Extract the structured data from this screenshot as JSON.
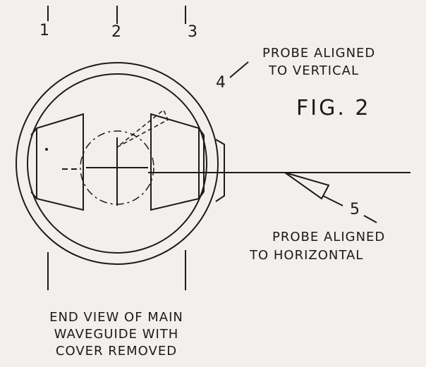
{
  "figure": {
    "title": "FIG. 2",
    "caption": [
      "END VIEW OF MAIN",
      "WAVEGUIDE WITH",
      "COVER REMOVED"
    ]
  },
  "column_labels": [
    "1",
    "2",
    "3"
  ],
  "callouts": {
    "probe_vertical": {
      "number": "4",
      "lines": [
        "PROBE ALIGNED",
        "TO VERTICAL"
      ]
    },
    "probe_horizontal": {
      "number": "5",
      "lines": [
        "PROBE ALIGNED",
        "TO HORIZONTAL"
      ]
    }
  },
  "colors": {
    "paper": "#f2efed",
    "ink": "#1b1b1b"
  }
}
